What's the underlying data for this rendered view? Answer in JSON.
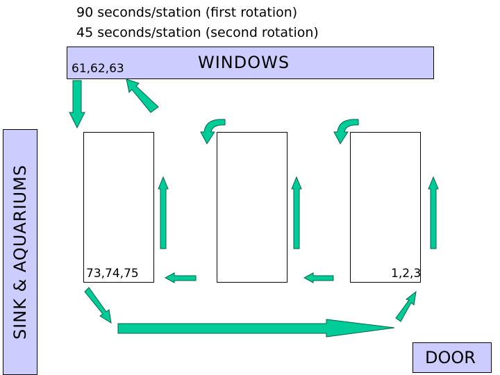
{
  "header": {
    "line1": "90 seconds/station (first rotation)",
    "line2": "45 seconds/station (second rotation)"
  },
  "windows_label": "WINDOWS",
  "sink_label": "SINK & AQUARIUMS",
  "door_label": "DOOR",
  "station_labels": {
    "top_left": "61,62,63",
    "bottom_left": "73,74,75",
    "bottom_right": "1,2,3"
  },
  "colors": {
    "arrow_fill": "#00cc99",
    "arrow_stroke": "#006644",
    "label_box": "#ccccff"
  }
}
